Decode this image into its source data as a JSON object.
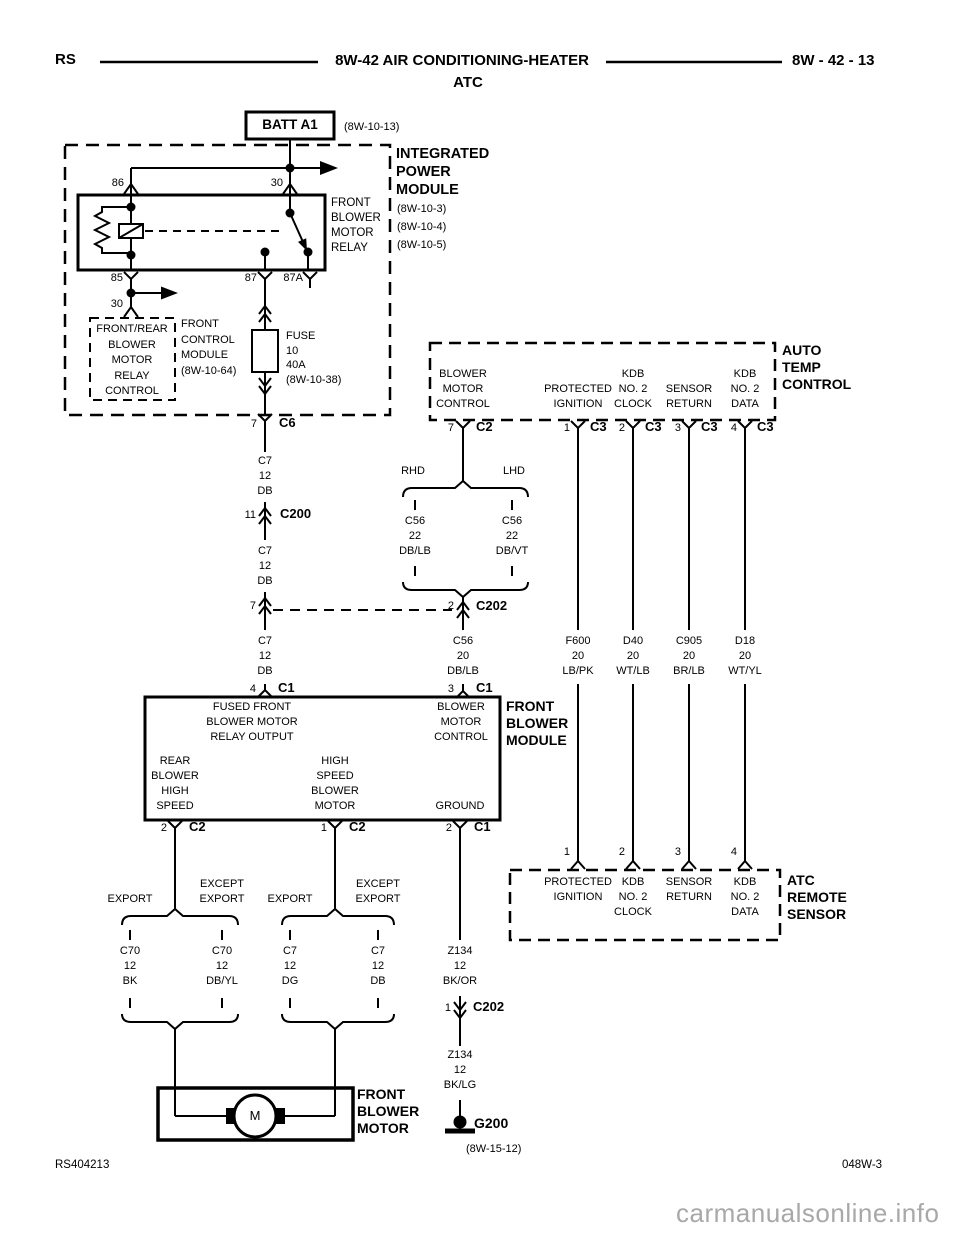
{
  "header": {
    "left_code": "RS",
    "title": "8W-42 AIR CONDITIONING-HEATER",
    "subtitle": "ATC",
    "right_code": "8W - 42 - 13"
  },
  "batt": {
    "label": "BATT A1",
    "ref": "(8W-10-13)"
  },
  "ipm": {
    "title": "INTEGRATED\nPOWER\nMODULE",
    "refs": "(8W-10-3)\n(8W-10-4)\n(8W-10-5)",
    "relay_label": "FRONT\nBLOWER\nMOTOR\nRELAY",
    "pin86": "86",
    "pin30": "30",
    "pin85": "85",
    "pin87": "87",
    "pin87a": "87A",
    "fcm_pin": "30",
    "front_rear": "FRONT/REAR\nBLOWER\nMOTOR\nRELAY\nCONTROL",
    "fcm": "FRONT\nCONTROL\nMODULE\n(8W-10-64)",
    "fuse": "FUSE\n10\n40A\n(8W-10-38)"
  },
  "conn": {
    "c6_pin": "7",
    "c6": "C6",
    "c200_pin": "11",
    "c200": "C200",
    "c202l_pin": "7",
    "c202r_pin": "2",
    "c202": "C202",
    "c1l_pin": "4",
    "c1": "C1",
    "c1r_pin": "3",
    "c2_pin": "7",
    "c2": "C2",
    "c3": "C3",
    "c3_1": "1",
    "c3_2": "2",
    "c3_3": "3",
    "c3_4": "4",
    "fbm_c2a_pin": "2",
    "fbm_c2b_pin": "1",
    "fbm_c1_pin": "2",
    "c202g_pin": "1",
    "s1": "1",
    "s2": "2",
    "s3": "3",
    "s4": "4"
  },
  "wires": {
    "c7": "C7\n12\nDB",
    "c56_rhd": "C56\n22\nDB/LB",
    "c56_lhd": "C56\n22\nDB/VT",
    "c56": "C56\n20\nDB/LB",
    "f600": "F600\n20\nLB/PK",
    "d40": "D40\n20\nWT/LB",
    "c905": "C905\n20\nBR/LB",
    "d18": "D18\n20\nWT/YL",
    "c70_bk": "C70\n12\nBK",
    "c70_dbyl": "C70\n12\nDB/YL",
    "c7_dg": "C7\n12\nDG",
    "c7_db": "C7\n12\nDB",
    "z134_bkor": "Z134\n12\nBK/OR",
    "z134_bklg": "Z134\n12\nBK/LG"
  },
  "branches": {
    "rhd": "RHD",
    "lhd": "LHD",
    "export": "EXPORT",
    "except_export": "EXCEPT\nEXPORT"
  },
  "atc": {
    "title": "AUTO\nTEMP\nCONTROL",
    "bmc": "BLOWER\nMOTOR\nCONTROL",
    "prot": "PROTECTED\nIGNITION",
    "clock": "KDB\nNO. 2\nCLOCK",
    "ret": "SENSOR\nRETURN",
    "data": "KDB\nNO. 2\nDATA"
  },
  "fbm": {
    "title": "FRONT\nBLOWER\nMODULE",
    "fused": "FUSED FRONT\nBLOWER MOTOR\nRELAY OUTPUT",
    "bmc": "BLOWER\nMOTOR\nCONTROL",
    "rear": "REAR\nBLOWER\nHIGH\nSPEED",
    "high": "HIGH\nSPEED\nBLOWER\nMOTOR",
    "ground": "GROUND"
  },
  "sensor": {
    "title": "ATC\nREMOTE\nSENSOR",
    "prot": "PROTECTED\nIGNITION",
    "clock": "KDB\nNO. 2\nCLOCK",
    "ret": "SENSOR\nRETURN",
    "data": "KDB\nNO. 2\nDATA"
  },
  "motor": {
    "label": "FRONT\nBLOWER\nMOTOR",
    "m": "M"
  },
  "ground": {
    "name": "G200",
    "ref": "(8W-15-12)"
  },
  "footer": {
    "left_id": "RS404213",
    "right_id": "048W-3",
    "watermark": "carmanualsonline.info"
  }
}
